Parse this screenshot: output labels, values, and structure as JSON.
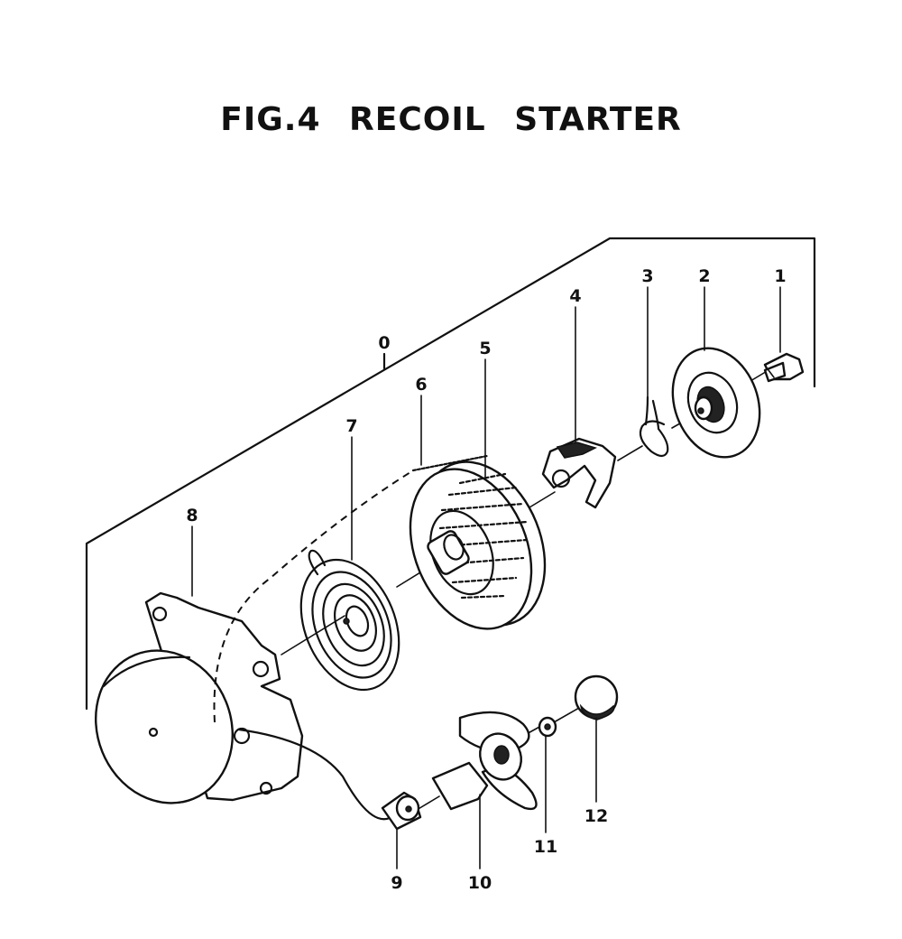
{
  "figure": {
    "title": "FIG.4   RECOIL  STARTER"
  },
  "callouts": [
    "0",
    "1",
    "2",
    "3",
    "4",
    "5",
    "6",
    "7",
    "8",
    "9",
    "10",
    "11",
    "12"
  ]
}
